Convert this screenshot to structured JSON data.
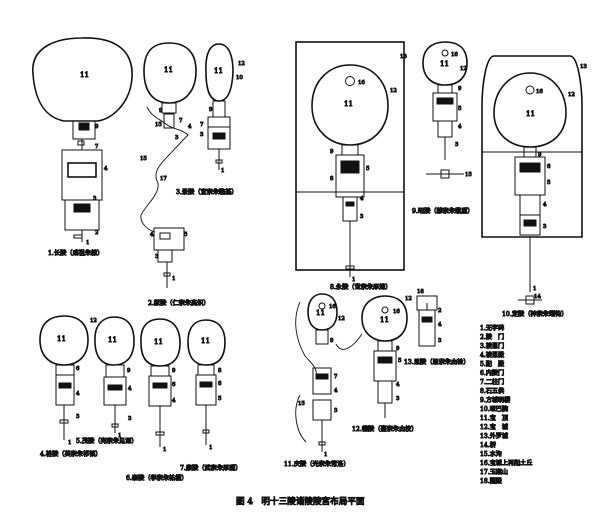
{
  "figure": {
    "title": "图 4　明十三陵诸陵陵宫布局平面"
  },
  "tombs": [
    {
      "id": "t1",
      "caption": "1.长陵（成祖朱棣）"
    },
    {
      "id": "t2",
      "caption": "2.献陵（仁宗朱高炽）"
    },
    {
      "id": "t3",
      "caption": "3.景陵（宣宗朱瞻基）"
    },
    {
      "id": "t4",
      "caption": "4.裕陵（英宗朱祁镇）"
    },
    {
      "id": "t5",
      "caption": "5.茂陵（宪宗朱见深）"
    },
    {
      "id": "t6",
      "caption": "6.泰陵（孝宗朱祐樘）"
    },
    {
      "id": "t7",
      "caption": "7.康陵（武宗朱厚照）"
    },
    {
      "id": "t8",
      "caption": "8.永陵（世宗朱厚熜）"
    },
    {
      "id": "t9",
      "caption": "9.昭陵（穆宗朱载垕）"
    },
    {
      "id": "t10",
      "caption": "10.定陵（神宗朱翊钧）"
    },
    {
      "id": "t11",
      "caption": "11.庆陵（光宗朱常洛）"
    },
    {
      "id": "t12",
      "caption": "12.德陵（熹宗朱由校）"
    },
    {
      "id": "t13",
      "caption": "13.思陵（思宗朱由检）"
    }
  ],
  "legend": [
    "1.无字碑",
    "2.陵　门",
    "3.祾恩门",
    "4.祾恩殿",
    "5.配　殿",
    "6.内陵门",
    "7.二柱门",
    "8.石五供",
    "9.方城明楼",
    "10.哑巴院",
    "11.宝　顶",
    "12.宝　城",
    "13.外罗城",
    "14.桥",
    "15.水沟",
    "16.宝城上再起土丘",
    "17.玉案山",
    "18.圜殿"
  ],
  "markers": [
    "1",
    "2",
    "3",
    "4",
    "5",
    "6",
    "7",
    "8",
    "9",
    "10",
    "11",
    "12",
    "13",
    "14",
    "15",
    "16",
    "17",
    "18"
  ]
}
